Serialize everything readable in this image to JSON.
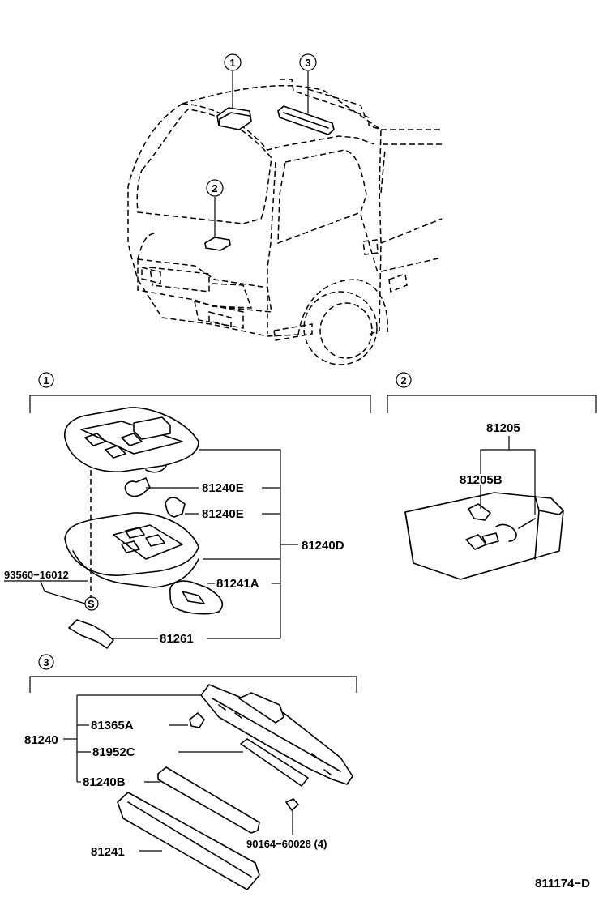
{
  "callouts": {
    "c1": "1",
    "c2": "2",
    "c3": "3",
    "s": "S"
  },
  "section1": {
    "parts": {
      "p81240E_a": "81240E",
      "p81240E_b": "81240E",
      "p81240D": "81240D",
      "p81241A": "81241A",
      "p93560": "93560−16012",
      "p81261": "81261"
    }
  },
  "section2": {
    "parts": {
      "p81205": "81205",
      "p81205B": "81205B"
    }
  },
  "section3": {
    "parts": {
      "p81240": "81240",
      "p81365A": "81365A",
      "p81952C": "81952C",
      "p81240B": "81240B",
      "p81241": "81241",
      "p90164": "90164−60028 (4)"
    }
  },
  "footer": {
    "diagram_id": "811174−D"
  }
}
